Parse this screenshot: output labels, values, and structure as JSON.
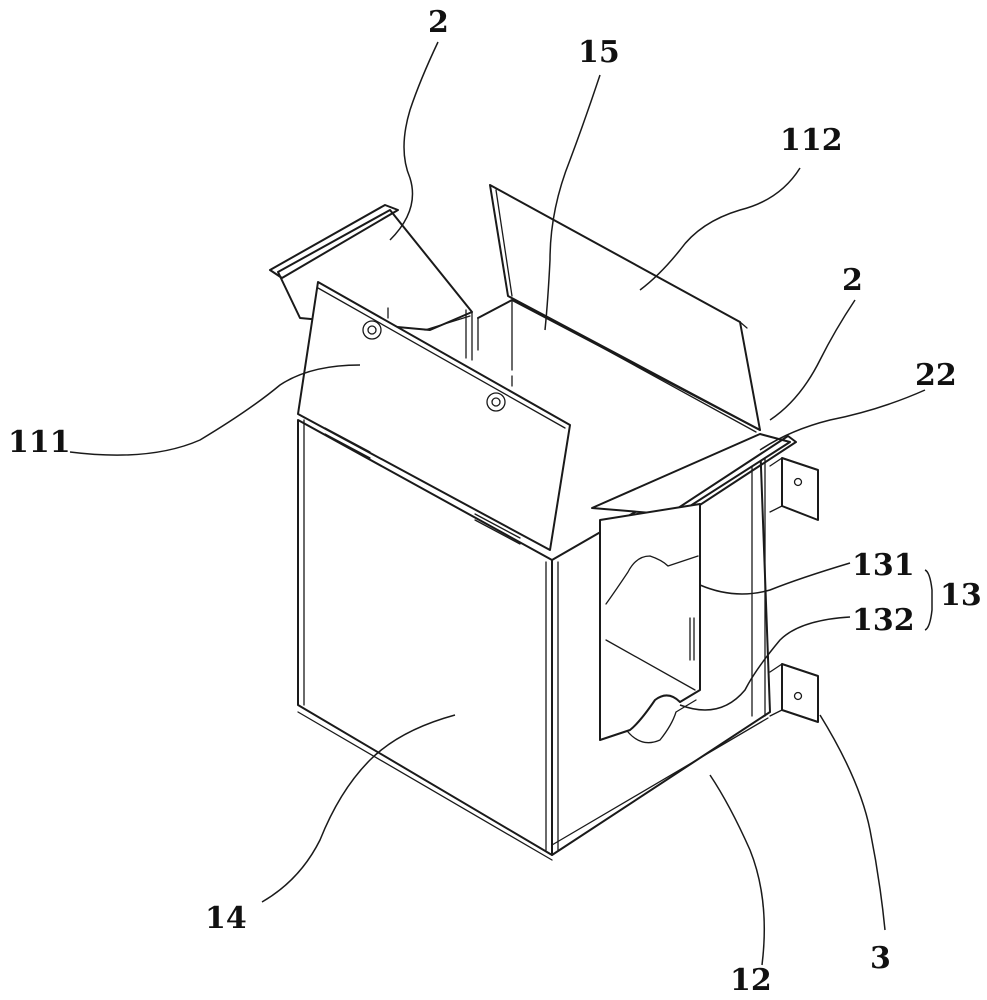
{
  "figure": {
    "labels": {
      "door_panel_left_top": "2",
      "inner_cavity": "15",
      "door_panel_right": "112",
      "door_panel_right_top": "2",
      "hinge_strip": "22",
      "door_panel_left": "111",
      "opening_upper": "131",
      "opening_group": "13",
      "opening_lower": "132",
      "front_panel": "14",
      "side_panel": "12",
      "mounting_bracket": "3"
    }
  }
}
